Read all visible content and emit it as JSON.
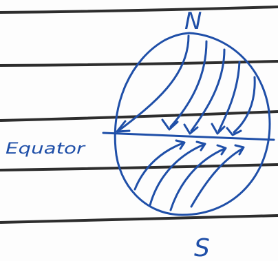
{
  "labels": {
    "north": "N",
    "south": "S",
    "equator": "Equator"
  },
  "colors": {
    "ink": "#1f4fa8",
    "paper_line": "#2d2d2d",
    "paper": "#fdfdfd"
  }
}
